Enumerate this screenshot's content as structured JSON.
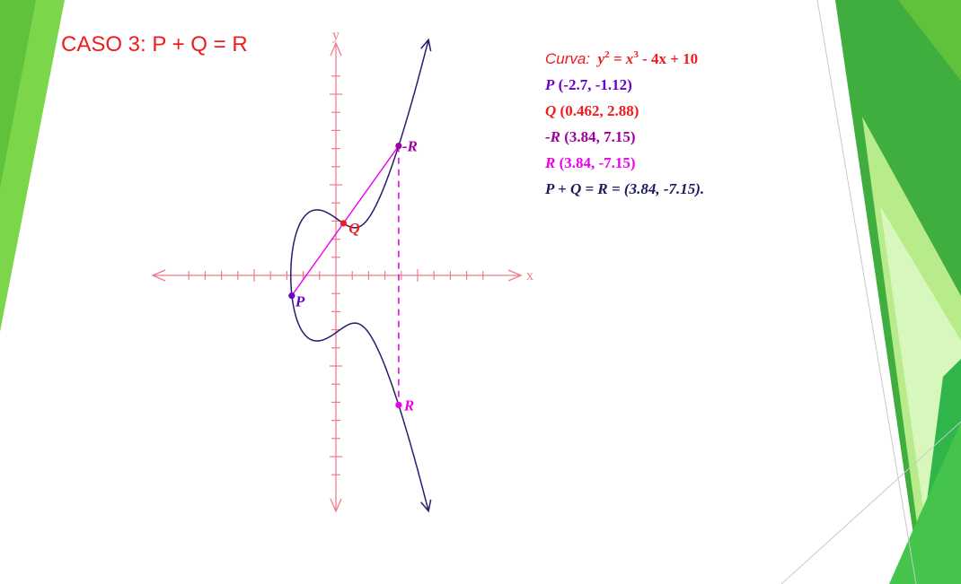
{
  "slide": {
    "title": "CASO 3: P + Q = R"
  },
  "graph": {
    "x_axis_label": "x",
    "y_axis_label": "y",
    "point_labels": {
      "P": "P",
      "Q": "Q",
      "neg_R": "-R",
      "R": "R"
    }
  },
  "info": {
    "curve_label": "Curva:",
    "curve_equation": {
      "lhs": "y",
      "lhs_exp": "2",
      "mid": " = x",
      "mid_exp": "3",
      "rhs": " - 4x + 10"
    },
    "P": {
      "name": "P",
      "coords": "(-2.7, -1.12)"
    },
    "Q": {
      "name": "Q",
      "coords": "(0.462, 2.88)"
    },
    "neg_R": {
      "name": "-R",
      "coords": "(3.84, 7.15)"
    },
    "R": {
      "name": "R",
      "coords": "(3.84, -7.15)"
    },
    "sum": {
      "text": "P + Q = R = (3.84, -7.15)."
    }
  },
  "colors": {
    "title_red": "#ee1c1c",
    "axis_pink": "#f07a8a",
    "curve_navy": "#2b1a6e",
    "p_violet": "#6600cc",
    "q_red": "#ee1c1c",
    "negr_purple": "#a000a0",
    "r_magenta": "#ee00ee",
    "green_dark": "#3fae3f",
    "green_light": "#7cd64a"
  },
  "diagram_data": {
    "curve": {
      "a": -4,
      "b": 10
    },
    "points": {
      "P": [
        -2.7,
        -1.12
      ],
      "Q": [
        0.462,
        2.88
      ],
      "neg_R": [
        3.84,
        7.15
      ],
      "R": [
        3.84,
        -7.15
      ]
    },
    "xlim": [
      -10,
      10
    ],
    "ylim": [
      -12,
      12
    ]
  }
}
